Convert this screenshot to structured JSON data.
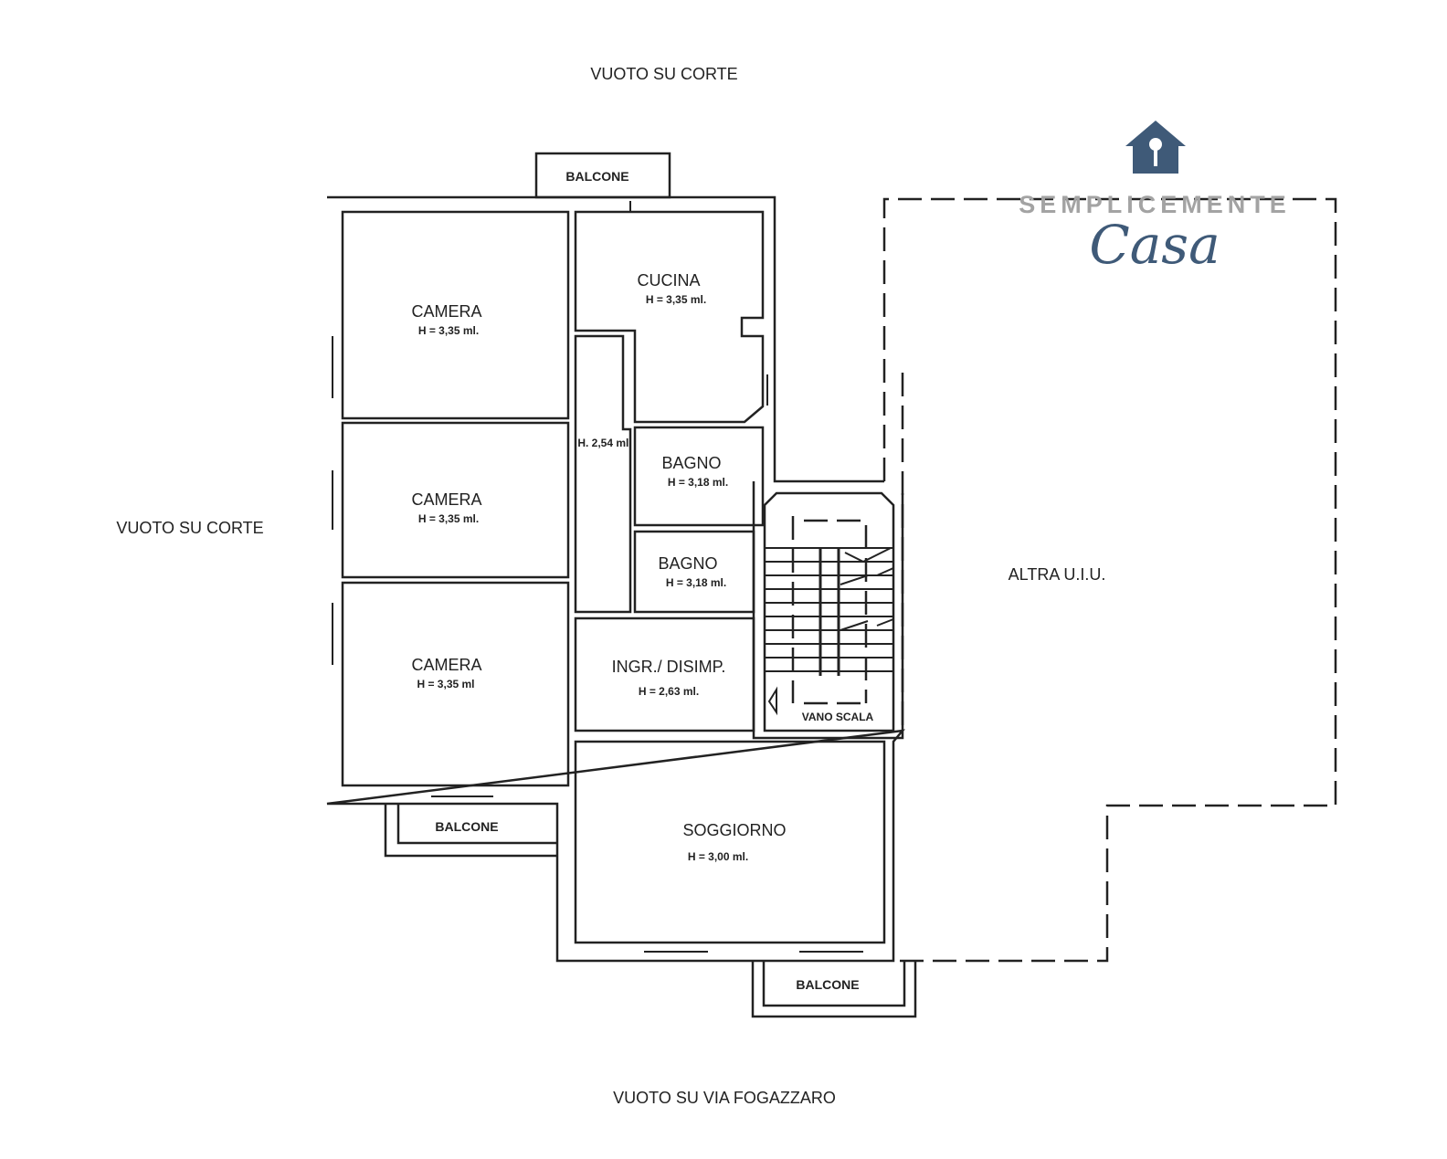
{
  "surroundings": {
    "top": "VUOTO SU CORTE",
    "left": "VUOTO SU CORTE",
    "bottom": "VUOTO SU VIA FOGAZZARO",
    "right": "ALTRA U.I.U."
  },
  "rooms": [
    {
      "name": "CAMERA",
      "height": "H = 3,35 ml."
    },
    {
      "name": "CAMERA",
      "height": "H = 3,35 ml."
    },
    {
      "name": "CAMERA",
      "height": "H = 3,35 ml"
    },
    {
      "name": "CUCINA",
      "height": "H = 3,35 ml."
    },
    {
      "name": "BAGNO",
      "height": "H = 3,18 ml."
    },
    {
      "name": "BAGNO",
      "height": "H = 3,18 ml."
    },
    {
      "name": "INGR./ DISIMP.",
      "height": "H = 2,63 ml."
    },
    {
      "name": "SOGGIORNO",
      "height": "H = 3,00 ml."
    }
  ],
  "corridor_height": "H. 2,54 ml.",
  "stair": "VANO SCALA",
  "balconies": [
    "BALCONE",
    "BALCONE",
    "BALCONE"
  ],
  "logo": {
    "line1": "SEMPLICEMENTE",
    "line2": "Casa",
    "icon": "house-key-icon",
    "color": "#3f5a78"
  }
}
